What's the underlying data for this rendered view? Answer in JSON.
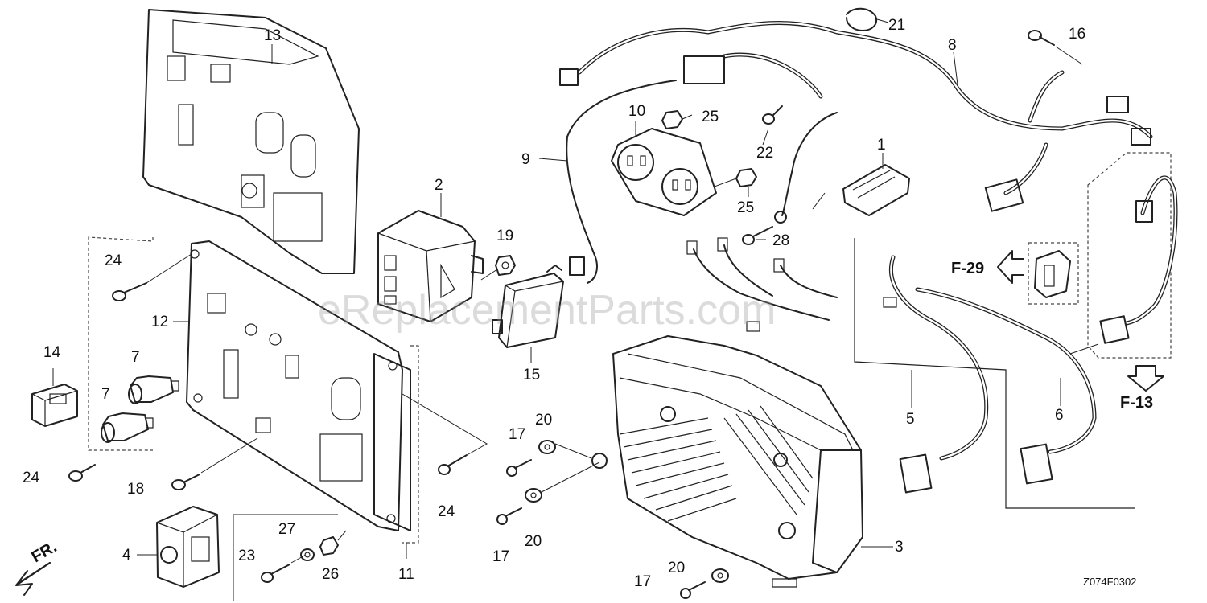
{
  "watermark": "eReplacementParts.com",
  "diagram_code": "Z074F0302",
  "front_label": "FR.",
  "refs": {
    "f29": "F-29",
    "f13": "F-13"
  },
  "callouts": {
    "c1": "1",
    "c2": "2",
    "c3": "3",
    "c4": "4",
    "c5": "5",
    "c6": "6",
    "c7a": "7",
    "c7b": "7",
    "c8": "8",
    "c9": "9",
    "c10": "10",
    "c11": "11",
    "c12": "12",
    "c13": "13",
    "c14": "14",
    "c15": "15",
    "c16": "16",
    "c17a": "17",
    "c17b": "17",
    "c17c": "17",
    "c18": "18",
    "c19": "19",
    "c20a": "20",
    "c20b": "20",
    "c20c": "20",
    "c21": "21",
    "c22": "22",
    "c23": "23",
    "c24a": "24",
    "c24b": "24",
    "c24c": "24",
    "c25a": "25",
    "c25b": "25",
    "c26": "26",
    "c27": "27",
    "c28": "28"
  }
}
